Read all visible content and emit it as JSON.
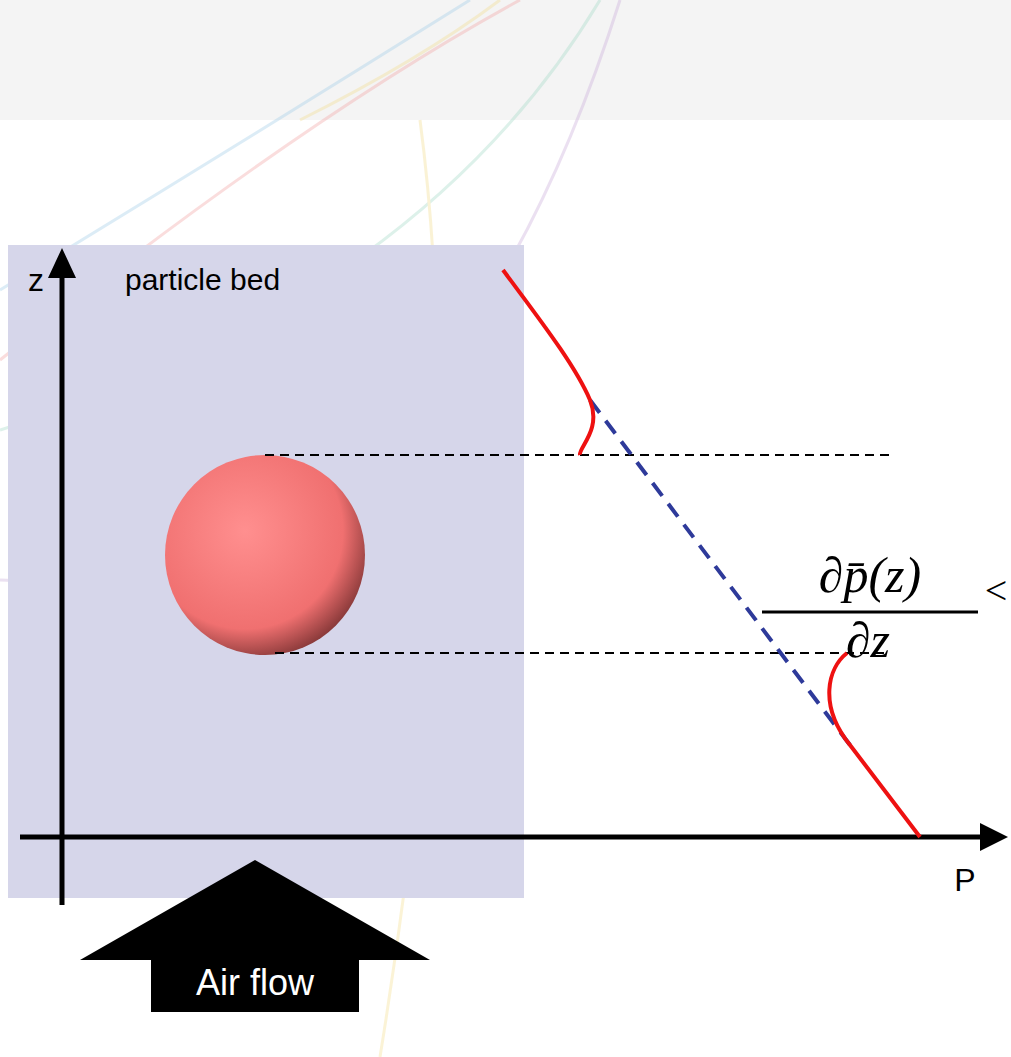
{
  "diagram": {
    "nodes": [
      {
        "text": [
          "particle bed"
        ]
      },
      {
        "text": [
          "Air flow"
        ]
      }
    ],
    "labels": [
      "z",
      "P",
      "∂p̄(z)",
      "∂z",
      "<"
    ]
  }
}
